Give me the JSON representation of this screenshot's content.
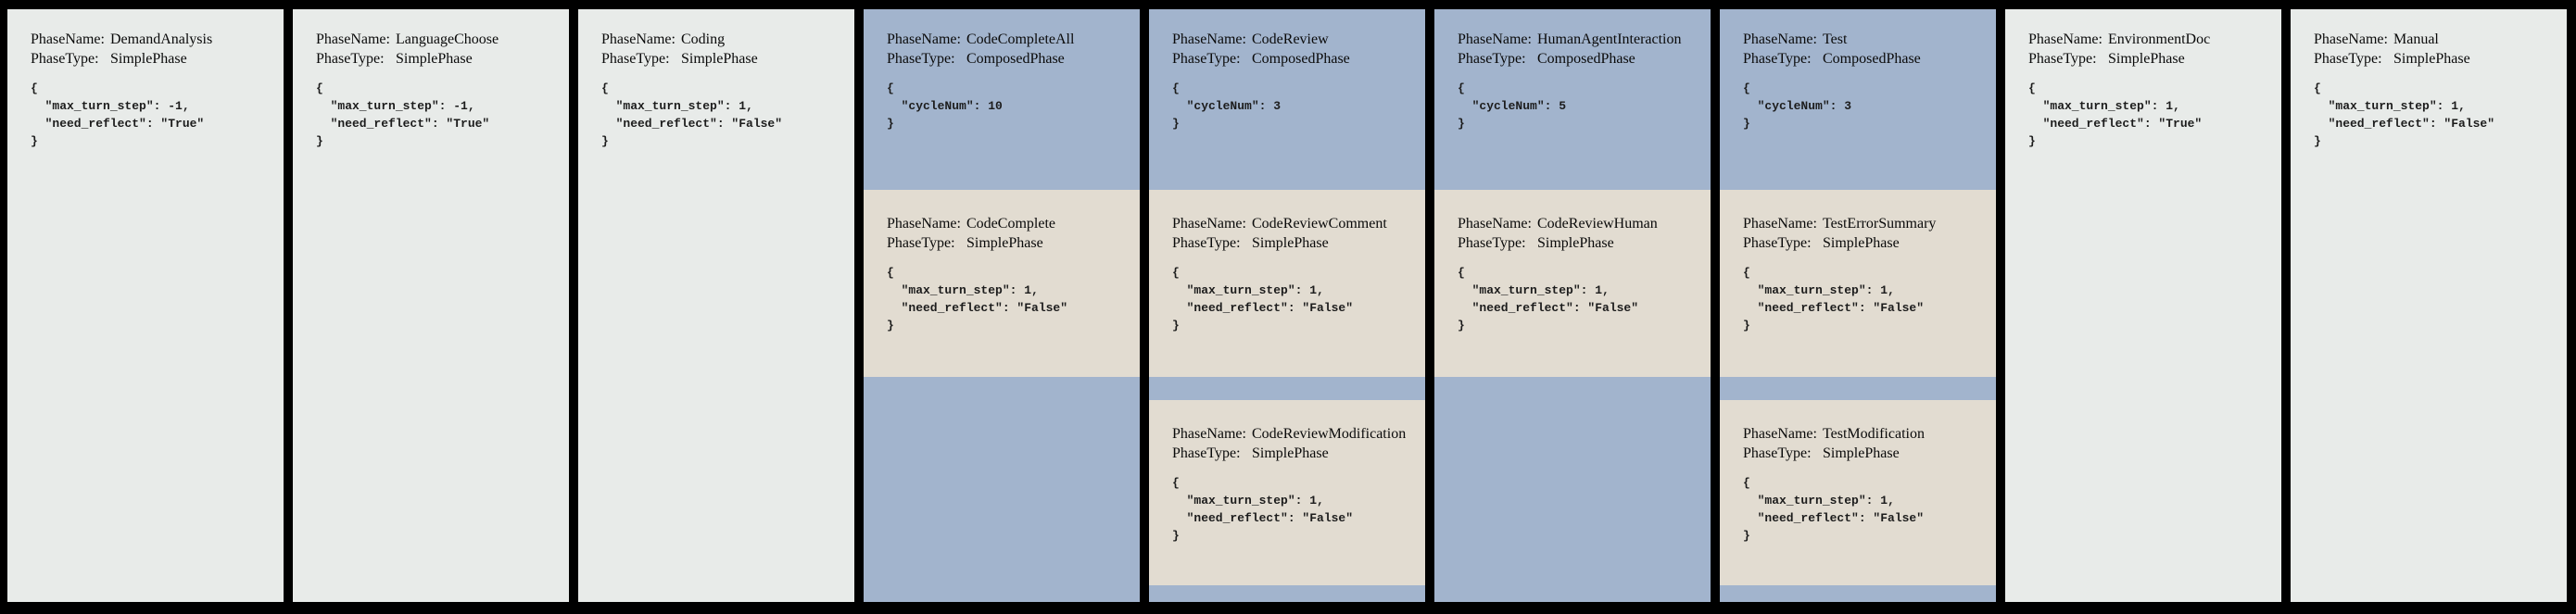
{
  "board": {
    "background": "#000000",
    "labels": {
      "phase_name": "PhaseName:",
      "phase_type": "PhaseType:"
    },
    "colors": {
      "simple_card_bg": "#e8ebe9",
      "composed_card_bg": "#a2b4cd",
      "subphase_card_bg": "#e2dcd1"
    },
    "cards": [
      {
        "kind": "simple",
        "phase_name": "DemandAnalysis",
        "phase_type": "SimplePhase",
        "config_lines": [
          "{",
          "  \"max_turn_step\": -1,",
          "  \"need_reflect\": \"True\"",
          "}"
        ]
      },
      {
        "kind": "simple",
        "phase_name": "LanguageChoose",
        "phase_type": "SimplePhase",
        "config_lines": [
          "{",
          "  \"max_turn_step\": -1,",
          "  \"need_reflect\": \"True\"",
          "}"
        ]
      },
      {
        "kind": "simple",
        "phase_name": "Coding",
        "phase_type": "SimplePhase",
        "config_lines": [
          "{",
          "  \"max_turn_step\": 1,",
          "  \"need_reflect\": \"False\"",
          "}"
        ]
      },
      {
        "kind": "composed",
        "phase_name": "CodeCompleteAll",
        "phase_type": "ComposedPhase",
        "config_lines": [
          "{",
          "  \"cycleNum\": 10",
          "}"
        ],
        "subphases": [
          {
            "phase_name": "CodeComplete",
            "phase_type": "SimplePhase",
            "config_lines": [
              "{",
              "  \"max_turn_step\": 1,",
              "  \"need_reflect\": \"False\"",
              "}"
            ]
          }
        ]
      },
      {
        "kind": "composed",
        "phase_name": "CodeReview",
        "phase_type": "ComposedPhase",
        "config_lines": [
          "{",
          "  \"cycleNum\": 3",
          "}"
        ],
        "subphases": [
          {
            "phase_name": "CodeReviewComment",
            "phase_type": "SimplePhase",
            "config_lines": [
              "{",
              "  \"max_turn_step\": 1,",
              "  \"need_reflect\": \"False\"",
              "}"
            ]
          },
          {
            "phase_name": "CodeReviewModification",
            "phase_type": "SimplePhase",
            "config_lines": [
              "{",
              "  \"max_turn_step\": 1,",
              "  \"need_reflect\": \"False\"",
              "}"
            ]
          }
        ]
      },
      {
        "kind": "composed",
        "phase_name": "HumanAgentInteraction",
        "phase_type": "ComposedPhase",
        "config_lines": [
          "{",
          "  \"cycleNum\": 5",
          "}"
        ],
        "subphases": [
          {
            "phase_name": "CodeReviewHuman",
            "phase_type": "SimplePhase",
            "config_lines": [
              "{",
              "  \"max_turn_step\": 1,",
              "  \"need_reflect\": \"False\"",
              "}"
            ]
          }
        ]
      },
      {
        "kind": "composed",
        "phase_name": "Test",
        "phase_type": "ComposedPhase",
        "config_lines": [
          "{",
          "  \"cycleNum\": 3",
          "}"
        ],
        "subphases": [
          {
            "phase_name": "TestErrorSummary",
            "phase_type": "SimplePhase",
            "config_lines": [
              "{",
              "  \"max_turn_step\": 1,",
              "  \"need_reflect\": \"False\"",
              "}"
            ]
          },
          {
            "phase_name": "TestModification",
            "phase_type": "SimplePhase",
            "config_lines": [
              "{",
              "  \"max_turn_step\": 1,",
              "  \"need_reflect\": \"False\"",
              "}"
            ]
          }
        ]
      },
      {
        "kind": "simple",
        "phase_name": "EnvironmentDoc",
        "phase_type": "SimplePhase",
        "config_lines": [
          "{",
          "  \"max_turn_step\": 1,",
          "  \"need_reflect\": \"True\"",
          "}"
        ]
      },
      {
        "kind": "simple",
        "phase_name": "Manual",
        "phase_type": "SimplePhase",
        "config_lines": [
          "{",
          "  \"max_turn_step\": 1,",
          "  \"need_reflect\": \"False\"",
          "}"
        ]
      }
    ]
  }
}
